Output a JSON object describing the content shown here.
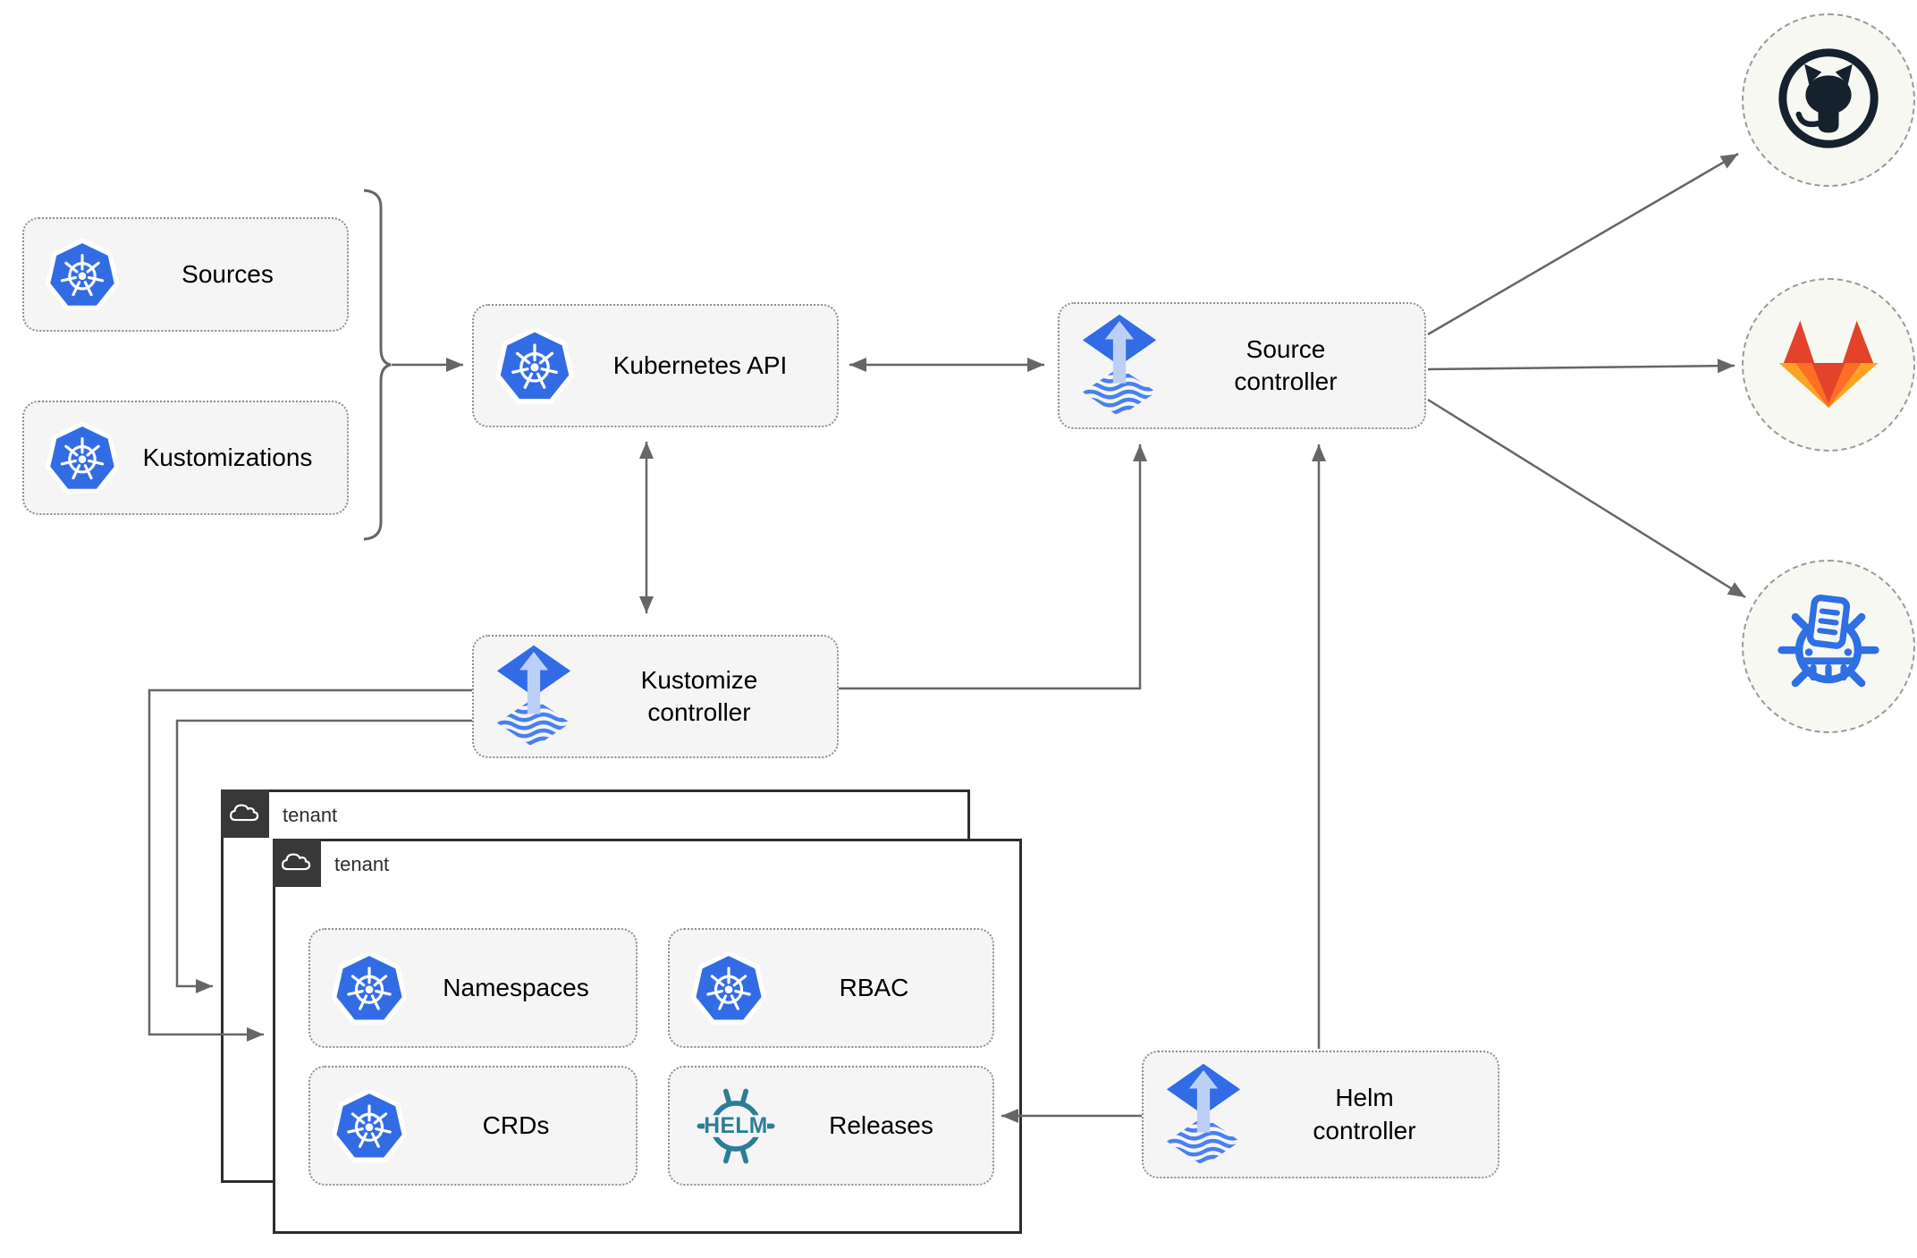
{
  "nodes": {
    "sources": {
      "label": "Sources"
    },
    "kustomizations": {
      "label": "Kustomizations"
    },
    "kubernetes_api": {
      "label": "Kubernetes API"
    },
    "source_controller": {
      "label": "Source\ncontroller"
    },
    "kustomize_controller": {
      "label": "Kustomize\ncontroller"
    },
    "helm_controller": {
      "label": "Helm\ncontroller"
    }
  },
  "tenants": {
    "back": {
      "label": "tenant"
    },
    "front": {
      "label": "tenant"
    }
  },
  "resources": {
    "namespaces": {
      "label": "Namespaces"
    },
    "rbac": {
      "label": "RBAC"
    },
    "crds": {
      "label": "CRDs"
    },
    "releases": {
      "label": "Releases"
    }
  },
  "externals": {
    "github": {
      "icon": "github-icon"
    },
    "gitlab": {
      "icon": "gitlab-icon"
    },
    "chartmuseum": {
      "icon": "chartmuseum-icon"
    }
  },
  "colors": {
    "kubernetes_blue": "#326ce5",
    "flux_blue": "#316ce6",
    "flux_light": "#bcd0f7",
    "helm_teal": "#2b7e96",
    "chartmuseum_blue": "#2e6fe3",
    "github_dark": "#16212e",
    "gitlab_red": "#e24329",
    "gitlab_orange": "#fc6d26",
    "gitlab_yellow": "#fca326",
    "arrow_gray": "#666666",
    "node_fill": "#f5f5f5",
    "tenant_border": "#2e2e2e",
    "badge_bg": "#383838"
  }
}
